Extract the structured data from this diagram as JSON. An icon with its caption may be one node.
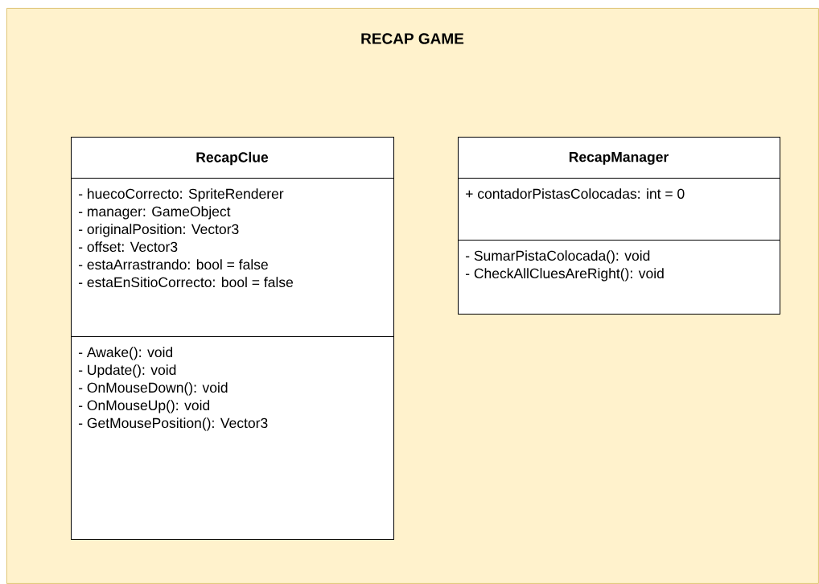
{
  "diagram": {
    "nodes": [
      {
        "text": [
          "RECAP GAME"
        ]
      },
      {
        "text": [
          "RecapClue"
        ],
        "in": 0
      },
      {
        "text": [
          "- huecoCorrecto: SpriteRenderer",
          "- manager: GameObject",
          "- originalPosition: Vector3",
          "- offset: Vector3",
          "- estaArrastrando: bool = false",
          "- estaEnSitioCorrecto: bool = false"
        ],
        "in": 0
      },
      {
        "text": [
          "- Awake(): void",
          "- Update(): void",
          "- OnMouseDown(): void",
          "- OnMouseUp(): void",
          "- GetMousePosition(): Vector3"
        ],
        "in": 0
      },
      {
        "text": [
          "RecapManager"
        ],
        "in": 0
      },
      {
        "text": [
          "+ contadorPistasColocadas: int = 0"
        ],
        "in": 0
      },
      {
        "text": [
          "- SumarPistaColocada(): void",
          "- CheckAllCluesAreRight(): void"
        ],
        "in": 0
      }
    ]
  }
}
